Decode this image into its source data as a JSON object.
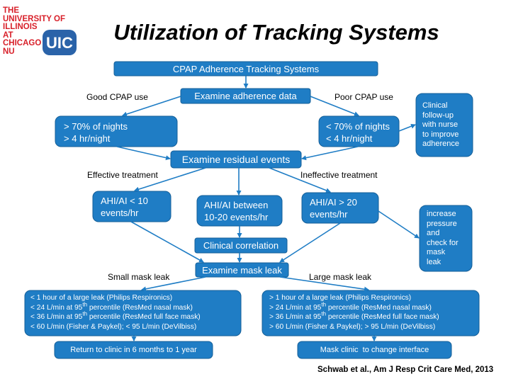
{
  "slide": {
    "title": "Utilization of Tracking Systems",
    "citation": "Schwab et al., Am J Resp Crit Care Med, 2013"
  },
  "logo": {
    "line1": "THE",
    "line2": "UNIVERSITY OF",
    "line3": "ILLINOIS",
    "line4": "AT",
    "line5": "CHICAGO",
    "line6": "NU",
    "badge": "UIC",
    "colors": {
      "text": "#d8202a",
      "badge": "#2a63a9"
    }
  },
  "diagram": {
    "colors": {
      "box": "#1f7dc5",
      "arrow": "#1f7dc5"
    },
    "nodes": {
      "root": "CPAP Adherence Tracking Systems",
      "examine_adherence": "Examine adherence data",
      "good_nights": "> 70% of nights",
      "good_hours": "> 4 hr/night",
      "poor_nights": "< 70% of nights",
      "poor_hours": "< 4 hr/night",
      "followup": [
        "Clinical",
        "follow-up",
        "with nurse",
        "to improve",
        "adherence"
      ],
      "examine_residual": "Examine residual events",
      "ahi_low": [
        "AHI/AI < 10",
        "events/hr"
      ],
      "ahi_mid": [
        "AHI/AI between",
        "10-20 events/hr"
      ],
      "ahi_high": [
        "AHI/AI > 20",
        "events/hr"
      ],
      "increase": [
        "increase",
        "pressure",
        "and",
        "check for",
        "mask",
        "leak"
      ],
      "clinical_correlation": "Clinical correlation",
      "examine_mask": "Examine mask leak",
      "return_clinic": "Return to clinic in 6 months to 1 year",
      "mask_clinic": "Mask clinic  to change interface"
    },
    "small_leak": [
      {
        "pre": "< 1 hour of a large leak (Philips Respironics)",
        "sup": "",
        "post": ""
      },
      {
        "pre": "< 24 L/min at 95",
        "sup": "th",
        "post": " percentile (ResMed nasal mask)"
      },
      {
        "pre": "< 36 L/min at 95",
        "sup": "th",
        "post": " percentile (ResMed full face mask)"
      },
      {
        "pre": "< 60 L/min (Fisher & Paykel); < 95 L/min (DeVilbiss)",
        "sup": "",
        "post": ""
      }
    ],
    "large_leak": [
      {
        "pre": "> 1 hour of a large leak (Philips Respironics)",
        "sup": "",
        "post": ""
      },
      {
        "pre": "> 24 L/min at 95",
        "sup": "th",
        "post": " percentile (ResMed nasal mask)"
      },
      {
        "pre": "> 36 L/min at 95",
        "sup": "th",
        "post": " percentile (ResMed full face mask)"
      },
      {
        "pre": "> 60 L/min (Fisher & Paykel); > 95 L/min (DeVilbiss)",
        "sup": "",
        "post": ""
      }
    ],
    "edge_labels": {
      "good_use": "Good CPAP use",
      "poor_use": "Poor CPAP use",
      "effective": "Effective treatment",
      "ineffective": "Ineffective treatment",
      "small_leak": "Small mask leak",
      "large_leak": "Large mask leak"
    }
  }
}
